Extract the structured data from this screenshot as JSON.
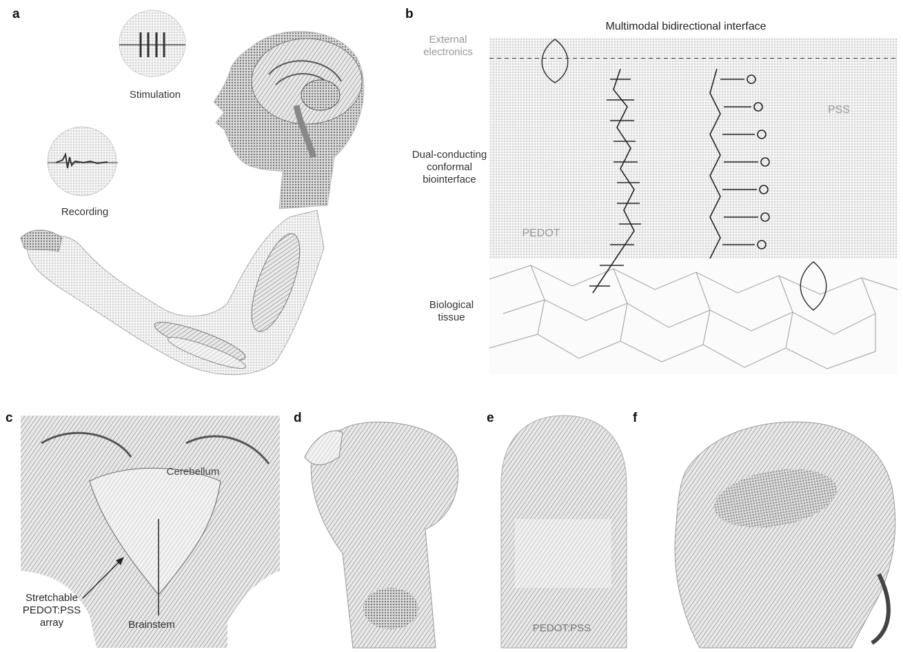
{
  "figure": {
    "panels": {
      "a": {
        "letter": "a",
        "stimulation_label": "Stimulation",
        "recording_label": "Recording"
      },
      "b": {
        "letter": "b",
        "title": "Multimodal bidirectional interface",
        "external_label_line1": "External",
        "external_label_line2": "electronics",
        "dual_label_line1": "Dual-conducting",
        "dual_label_line2": "conformal",
        "dual_label_line3": "biointerface",
        "pedot_label": "PEDOT",
        "pss_label": "PSS",
        "bio_label_line1": "Biological",
        "bio_label_line2": "tissue"
      },
      "c": {
        "letter": "c",
        "cerebellum_label": "Cerebellum",
        "array_label_line1": "Stretchable",
        "array_label_line2": "PEDOT:PSS",
        "array_label_line3": "array",
        "brainstem_label": "Brainstem"
      },
      "d": {
        "letter": "d"
      },
      "e": {
        "letter": "e",
        "pedotpss_label": "PEDOT:PSS"
      },
      "f": {
        "letter": "f"
      }
    }
  }
}
